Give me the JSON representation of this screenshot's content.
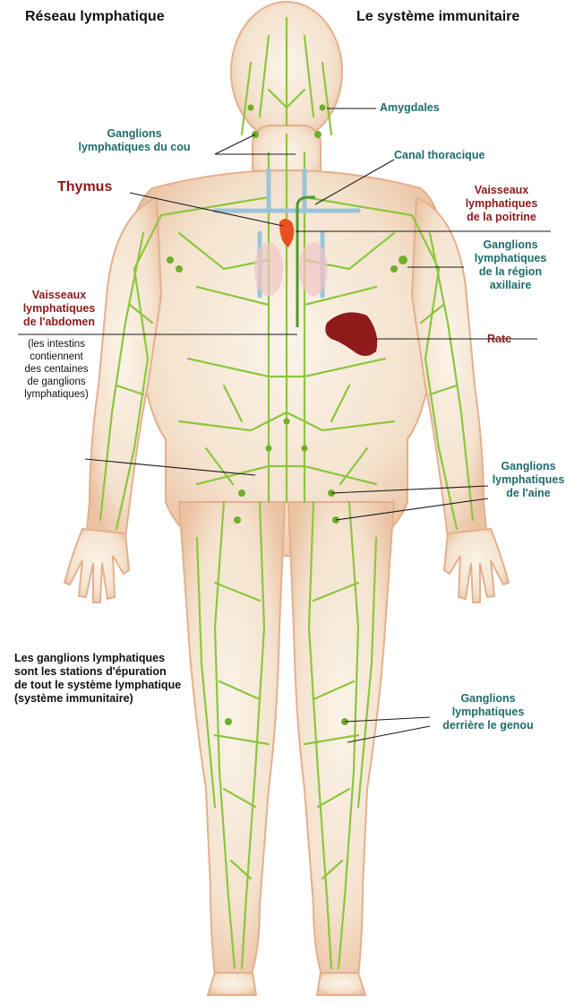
{
  "titles": {
    "left": "Réseau lymphatique",
    "right": "Le système immunitaire"
  },
  "labels": {
    "amygdales": "Amygdales",
    "ganglions_cou": "Ganglions\nlymphatiques du cou",
    "canal_thoracique": "Canal thoracique",
    "thymus": "Thymus",
    "vaisseaux_poitrine": "Vaisseaux\nlymphatiques\nde la poitrine",
    "ganglions_axillaire": "Ganglions\nlymphatiques\nde la région\naxillaire",
    "vaisseaux_abdomen": "Vaisseaux\nlymphatiques\nde l'abdomen",
    "intestins_note": "(les intestins\ncontiennent\ndes centaines\nde ganglions\nlymphatiques)",
    "rate": "Rate",
    "ganglions_aine": "Ganglions\nlymphatiques\nde l'aine",
    "stations_note": "Les ganglions lymphatiques\nsont les stations d'épuration\nde tout le système lymphatique\n(système immunitaire)",
    "ganglions_genou": "Ganglions\nlymphatiques\nderrière le genou"
  },
  "colors": {
    "skin": "#f6e3cf",
    "skin_edge": "#e8b999",
    "lymph": "#8cc63f",
    "teal_text": "#1f6b6b",
    "red_text": "#8b1a1a",
    "spleen": "#8e1a1a",
    "thymus": "#e8501e",
    "vessels": "#9cc4d8"
  }
}
